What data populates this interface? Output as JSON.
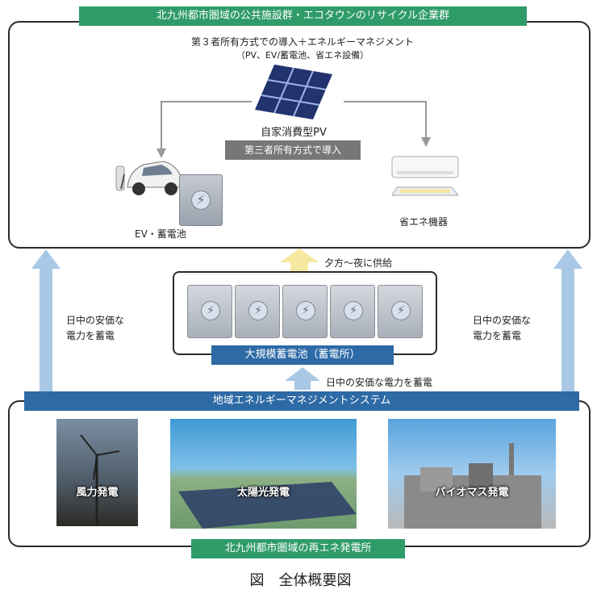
{
  "top": {
    "header": "北九州都市圏域の公共施設群・エコタウンのリサイクル企業群",
    "subtitle1": "第３者所有方式での導入＋エネルギーマネジメント",
    "subtitle2": "（PV、EV/蓄電池、省エネ設備）",
    "pv_label": "自家消費型PV",
    "third_party_badge": "第三者所有方式で導入",
    "ev_label": "EV・蓄電池",
    "appliance_label": "省エネ機器"
  },
  "middle": {
    "supply_label": "夕方～夜に供給",
    "left_arrow_label": "日中の安価な\n電力を蓄電",
    "right_arrow_label": "日中の安価な\n電力を蓄電",
    "storage_label": "大規模蓄電池（蓄電所）",
    "charge_label": "日中の安価な電力を蓄電"
  },
  "bottom": {
    "ems_bar": "地域エネルギーマネジメントシステム",
    "wind_label": "風力発電",
    "solar_label": "太陽光発電",
    "biomass_label": "バイオマス発電",
    "footer_bar": "北九州都市圏域の再エネ発電所"
  },
  "caption": "図　全体概要図",
  "colors": {
    "green": "#2f9b69",
    "blue": "#2e6aa6",
    "light_blue_arrow": "#a8c8e6",
    "yellow_arrow": "#f6e7a1"
  }
}
